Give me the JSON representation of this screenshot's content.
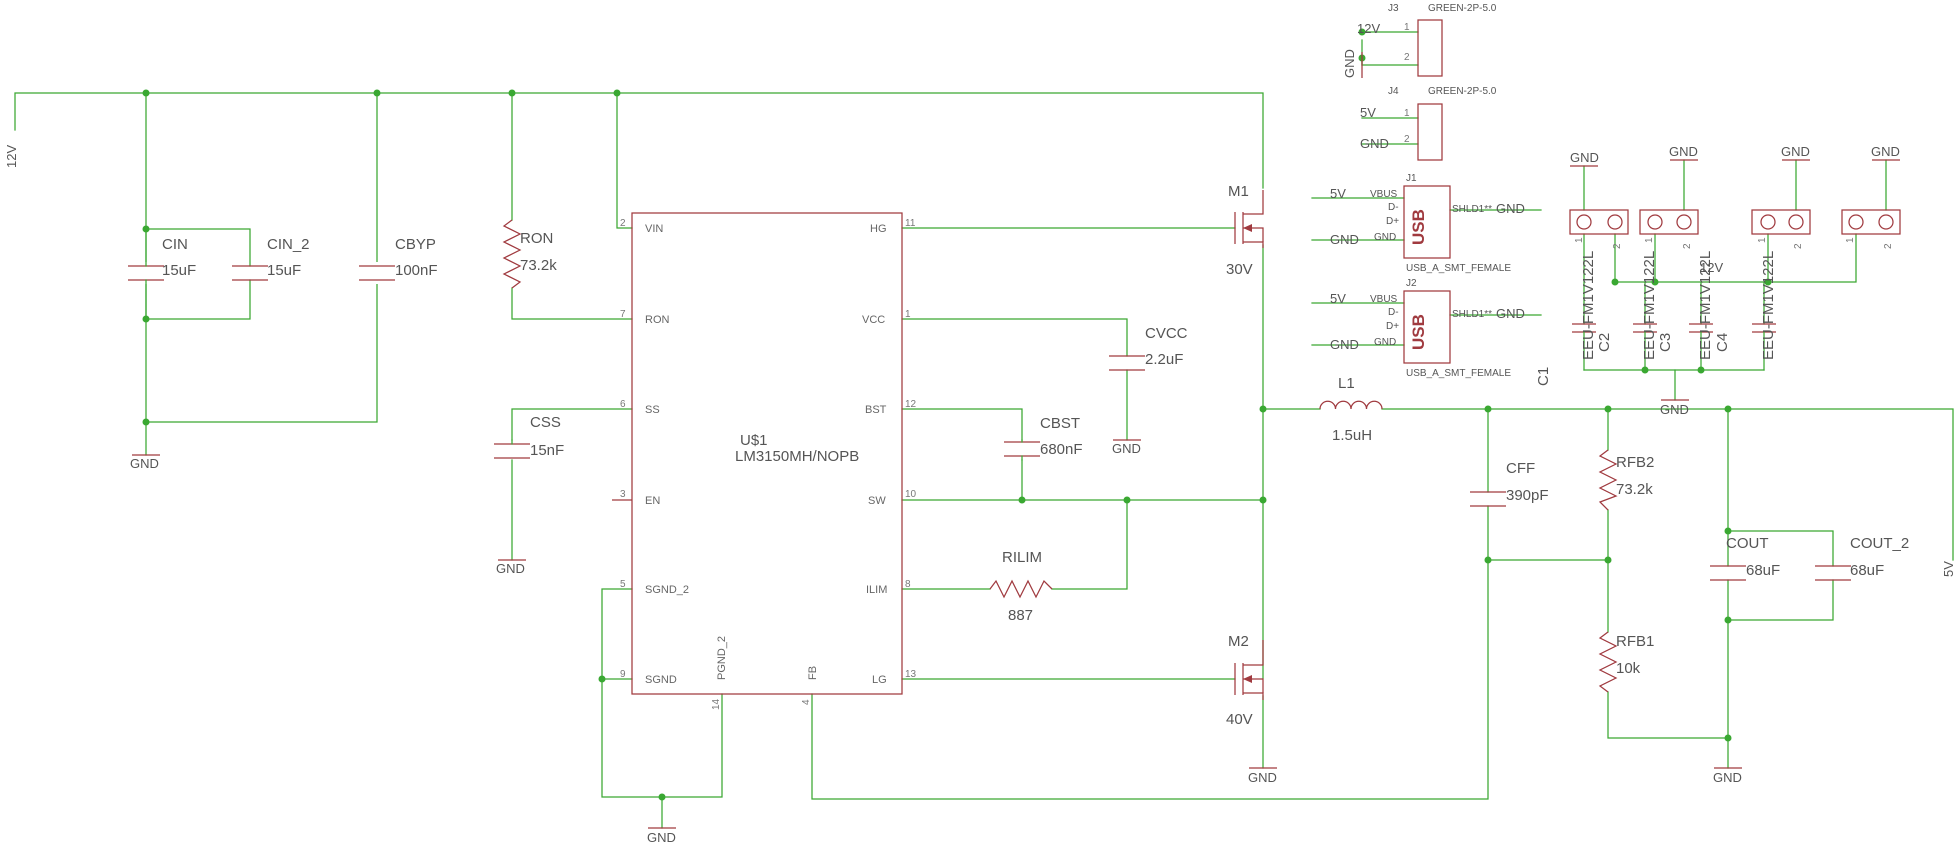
{
  "colors": {
    "wire": "#3aa832",
    "symbol": "#a03a3f",
    "text": "#555555",
    "background": "#ffffff"
  },
  "nets": {
    "vin": "12V",
    "vout": "5V",
    "gnd": "GND",
    "gnd_label": "GND"
  },
  "ic": {
    "ref": "U$1",
    "part": "LM3150MH/NOPB",
    "pins": [
      {
        "num": "2",
        "name": "VIN"
      },
      {
        "num": "7",
        "name": "RON"
      },
      {
        "num": "6",
        "name": "SS"
      },
      {
        "num": "3",
        "name": "EN"
      },
      {
        "num": "5",
        "name": "SGND_2"
      },
      {
        "num": "9",
        "name": "SGND"
      },
      {
        "num": "11",
        "name": "HG"
      },
      {
        "num": "1",
        "name": "VCC"
      },
      {
        "num": "12",
        "name": "BST"
      },
      {
        "num": "10",
        "name": "SW"
      },
      {
        "num": "8",
        "name": "ILIM"
      },
      {
        "num": "13",
        "name": "LG"
      },
      {
        "num": "14",
        "name": "PGND_2"
      },
      {
        "num": "4",
        "name": "FB"
      }
    ]
  },
  "components": {
    "cin": {
      "ref": "CIN",
      "value": "15uF"
    },
    "cin2": {
      "ref": "CIN_2",
      "value": "15uF"
    },
    "cbyp": {
      "ref": "CBYP",
      "value": "100nF"
    },
    "ron": {
      "ref": "RON",
      "value": "73.2k"
    },
    "css": {
      "ref": "CSS",
      "value": "15nF"
    },
    "cvcc": {
      "ref": "CVCC",
      "value": "2.2uF"
    },
    "cbst": {
      "ref": "CBST",
      "value": "680nF"
    },
    "rlim": {
      "ref": "RILIM",
      "value": "887"
    },
    "m1": {
      "ref": "M1",
      "value": "30V"
    },
    "m2": {
      "ref": "M2",
      "value": "40V"
    },
    "l1": {
      "ref": "L1",
      "value": "1.5uH"
    },
    "cff": {
      "ref": "CFF",
      "value": "390pF"
    },
    "rfb2": {
      "ref": "RFB2",
      "value": "73.2k"
    },
    "rfb1": {
      "ref": "RFB1",
      "value": "10k"
    },
    "cout": {
      "ref": "COUT",
      "value": "68uF"
    },
    "cout2": {
      "ref": "COUT_2",
      "value": "68uF"
    }
  },
  "connectors": {
    "j3": {
      "ref": "J3",
      "part": "GREEN-2P-5.0",
      "pin1_net": "12V",
      "pin2_net": "GND",
      "pin1": "1",
      "pin2": "2"
    },
    "j4": {
      "ref": "J4",
      "part": "GREEN-2P-5.0",
      "pin1_net": "5V",
      "pin2_net": "GND",
      "pin1": "1",
      "pin2": "2"
    },
    "usb1": {
      "ref": "J1",
      "label": "USB",
      "part": "USB_A_SMT_FEMALE",
      "pins": [
        "VBUS",
        "D-",
        "D+",
        "GND"
      ],
      "shield": "SHLD1**",
      "nets": [
        "5V",
        "GND",
        "GND"
      ]
    },
    "usb2": {
      "ref": "J2",
      "label": "USB",
      "part": "USB_A_SMT_FEMALE",
      "pins": [
        "VBUS",
        "D-",
        "D+",
        "GND"
      ],
      "shield": "SHLD1**",
      "nets": [
        "5V",
        "GND",
        "GND"
      ]
    }
  },
  "bulk_caps": {
    "refs": [
      "C1",
      "C2",
      "C3",
      "C4"
    ],
    "part": "EEU-FM1V122L",
    "pin1": "1",
    "pin2": "2",
    "net_top": "GND",
    "net_mid": "12V",
    "net_bottom": "GND"
  }
}
